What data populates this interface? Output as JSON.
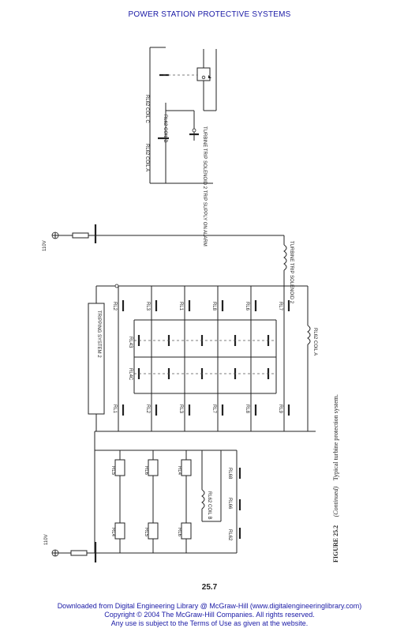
{
  "header": {
    "title": "POWER STATION PROTECTIVE SYSTEMS"
  },
  "page": {
    "number": "25.7"
  },
  "figure": {
    "number": "FIGURE 25.2",
    "continued": "(Continued)",
    "caption": "Typical turbine protection system."
  },
  "labels": {
    "v110_left": "110V",
    "v110_right": "110V",
    "tripping_system": "TRIPPING SYSTEM 2",
    "turbine_trip_solenoid": "TURBINE TRIP SOLENOID 2",
    "rl62_coil_a": "RL62 COIL A",
    "rl62_coil_b": "RL62 COIL B",
    "rl62_coil_c": "RL62 COIL C",
    "tsa_text": "TURBINE TRIP SOLENOID 2 TRIP SUPPLY ON ALARM",
    "left_bank_upper": [
      "RL5",
      "RL6",
      "RL4"
    ],
    "left_bank_lower": [
      "RL4",
      "RL5",
      "RL6"
    ],
    "left_extra": [
      "RL62",
      "RL66",
      "RL68"
    ],
    "mid_top": [
      "RL2",
      "RL3",
      "RL1",
      "RL8",
      "RL6",
      "RL7"
    ],
    "mid_mid1": "RL43",
    "mid_mid2": "RL4C",
    "mid_bottom": [
      "RL1",
      "RL2",
      "RL3",
      "RL7",
      "RL8",
      "RL9"
    ],
    "top_right_a": "RL62 COIL A",
    "top_right_b": "RL62 COIL B"
  },
  "footer": {
    "line1": "Downloaded from Digital Engineering Library @ McGraw-Hill (www.digitalengineeringlibrary.com)",
    "line2": "Copyright © 2004 The McGraw-Hill Companies. All rights reserved.",
    "line3": "Any use is subject to the Terms of Use as given at the website."
  }
}
